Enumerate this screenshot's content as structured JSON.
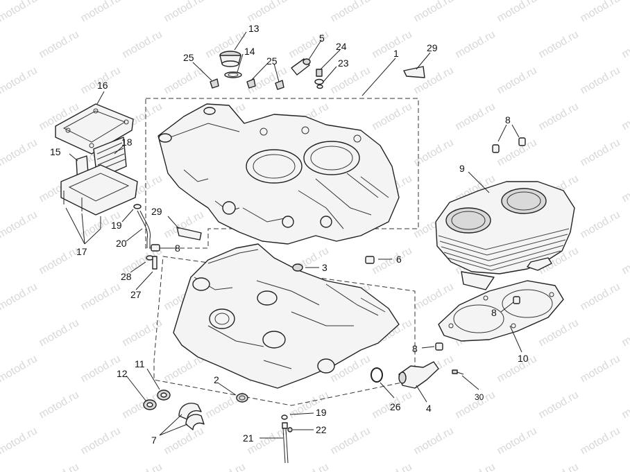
{
  "watermark": "motod.ru",
  "colors": {
    "line": "#222222",
    "fill": "#f4f4f4",
    "shade": "#d9d9d9",
    "watermark": "#d8d8d8"
  },
  "callouts": [
    {
      "id": "c1",
      "text": "1"
    },
    {
      "id": "c2",
      "text": "2"
    },
    {
      "id": "c3",
      "text": "3"
    },
    {
      "id": "c4",
      "text": "4"
    },
    {
      "id": "c5",
      "text": "5"
    },
    {
      "id": "c6",
      "text": "6"
    },
    {
      "id": "c7",
      "text": "7"
    },
    {
      "id": "c8a",
      "text": "8"
    },
    {
      "id": "c8b",
      "text": "8"
    },
    {
      "id": "c8c",
      "text": "8"
    },
    {
      "id": "c8d",
      "text": "8"
    },
    {
      "id": "c9",
      "text": "9"
    },
    {
      "id": "c10",
      "text": "10"
    },
    {
      "id": "c11",
      "text": "11"
    },
    {
      "id": "c12",
      "text": "12"
    },
    {
      "id": "c13",
      "text": "13"
    },
    {
      "id": "c14",
      "text": "14"
    },
    {
      "id": "c15",
      "text": "15"
    },
    {
      "id": "c16",
      "text": "16"
    },
    {
      "id": "c17",
      "text": "17"
    },
    {
      "id": "c18",
      "text": "18"
    },
    {
      "id": "c19a",
      "text": "19"
    },
    {
      "id": "c19b",
      "text": "19"
    },
    {
      "id": "c20",
      "text": "20"
    },
    {
      "id": "c21",
      "text": "21"
    },
    {
      "id": "c22",
      "text": "22"
    },
    {
      "id": "c23",
      "text": "23"
    },
    {
      "id": "c24",
      "text": "24"
    },
    {
      "id": "c25a",
      "text": "25"
    },
    {
      "id": "c25b",
      "text": "25"
    },
    {
      "id": "c26",
      "text": "26"
    },
    {
      "id": "c27",
      "text": "27"
    },
    {
      "id": "c28",
      "text": "28"
    },
    {
      "id": "c29a",
      "text": "29"
    },
    {
      "id": "c29b",
      "text": "29"
    },
    {
      "id": "c30",
      "text": "30"
    }
  ]
}
